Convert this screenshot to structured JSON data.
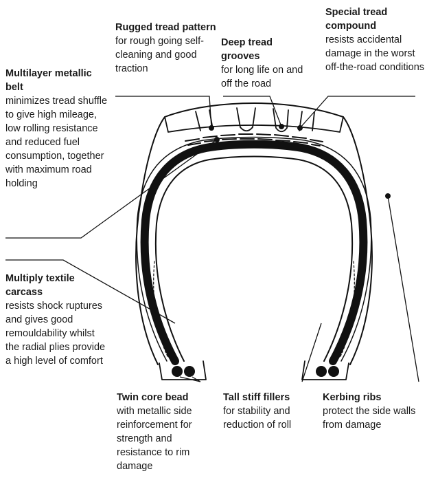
{
  "labels": {
    "rugged": {
      "title": "Rugged tread pattern",
      "desc": "for rough going self-cleaning and good traction"
    },
    "deep": {
      "title": "Deep tread grooves",
      "desc": "for long life on and off the road"
    },
    "special": {
      "title": "Special tread compound",
      "desc": "resists accidental damage in the worst off-the-road conditions"
    },
    "belt": {
      "title": "Multilayer metallic belt",
      "desc": "minimizes tread shuffle to give high mileage, low rolling resistance and reduced fuel consumption, together with maximum road holding"
    },
    "carcass": {
      "title": "Multiply textile carcass",
      "desc": "resists shock ruptures and gives good remouldability whilst the radial plies provide a high level of comfort"
    },
    "bead": {
      "title": "Twin core bead",
      "desc": "with metallic side reinforcement for strength and resistance to rim damage"
    },
    "fillers": {
      "title": "Tall stiff fillers",
      "desc": "for stability and reduction of roll"
    },
    "kerbing": {
      "title": "Kerbing ribs",
      "desc": "protect the side walls from damage"
    }
  }
}
